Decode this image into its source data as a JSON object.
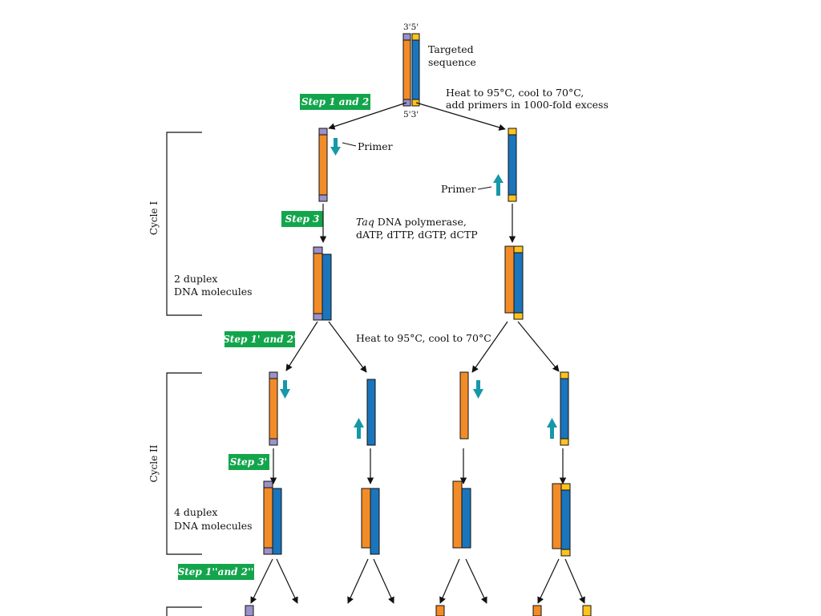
{
  "colors": {
    "orange": "#F28C28",
    "blue": "#1B75BC",
    "purple": "#9B92C9",
    "yellow": "#FFC31F",
    "teal": "#1698A8",
    "green": "#13A54C",
    "line": "#111111"
  },
  "top": {
    "top_ends": "3'5'",
    "bottom_ends": "5'3'",
    "targeted": [
      "Targeted",
      "sequence"
    ]
  },
  "steps": {
    "s12": "Step 1 and 2",
    "s3": "Step 3",
    "s12p": "Step 1' and 2'",
    "s3p": "Step 3'",
    "s12pp": "Step 1''and 2''"
  },
  "labels": {
    "heat1": [
      "Heat to 95°C, cool to 70°C,",
      "add primers in 1000-fold excess"
    ],
    "primer": "Primer",
    "taq_italic": "Taq",
    "taq_rest": " DNA polymerase,",
    "dntps": "dATP, dTTP, dGTP, dCTP",
    "heat2": "Heat to 95°C, cool to 70°C",
    "duplex2": [
      "2 duplex",
      "DNA molecules"
    ],
    "duplex4": [
      "4 duplex",
      "DNA molecules"
    ]
  },
  "cycles": {
    "c1": "Cycle I",
    "c2": "Cycle II"
  }
}
